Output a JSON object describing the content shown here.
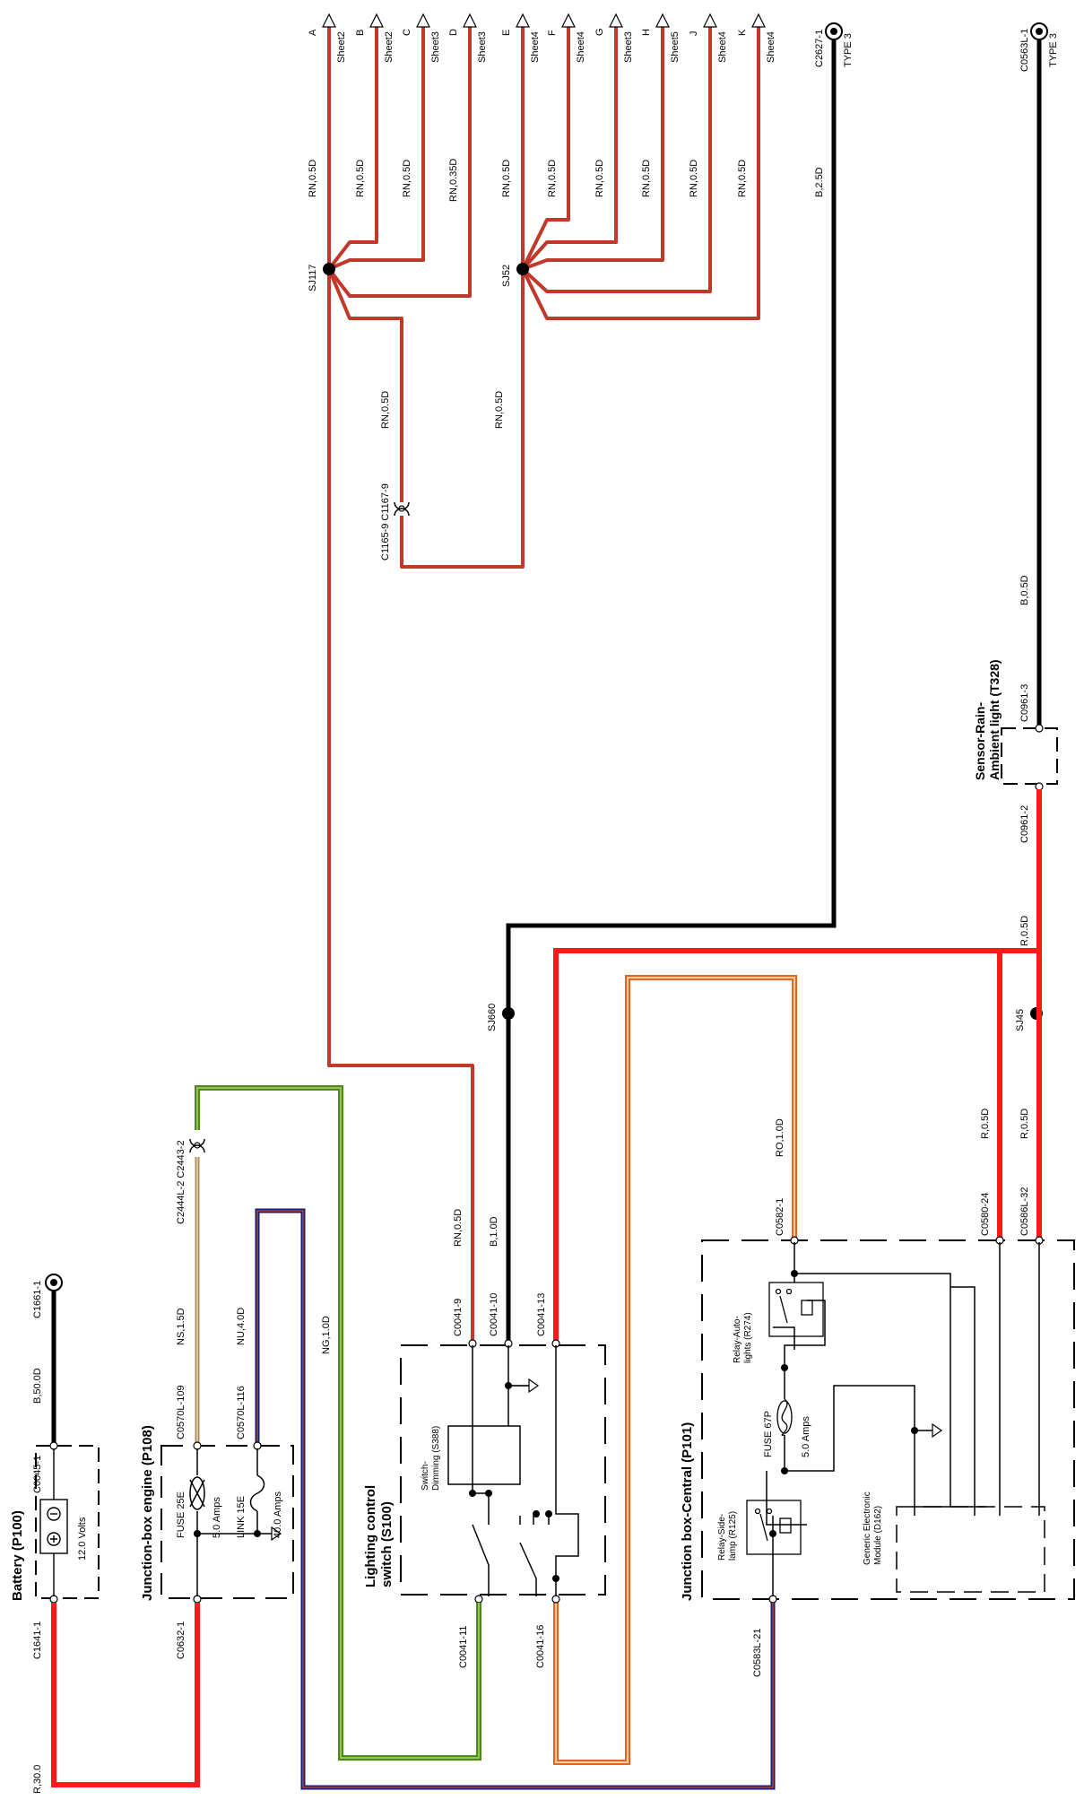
{
  "colors": {
    "rn": "#c0392b",
    "black": "#000000",
    "red": "#ff1a1a",
    "green": "#4e8a1a",
    "navy": "#1a1a7a",
    "orange": "#e8641e",
    "tan": "#b08a5a"
  },
  "top_connectors": [
    {
      "letter": "A",
      "sheet": "Sheet2"
    },
    {
      "letter": "B",
      "sheet": "Sheet2"
    },
    {
      "letter": "C",
      "sheet": "Sheet3"
    },
    {
      "letter": "D",
      "sheet": "Sheet3"
    },
    {
      "letter": "E",
      "sheet": "Sheet4"
    },
    {
      "letter": "F",
      "sheet": "Sheet4"
    },
    {
      "letter": "G",
      "sheet": "Sheet3"
    },
    {
      "letter": "H",
      "sheet": "Sheet5"
    },
    {
      "letter": "J",
      "sheet": "Sheet4"
    },
    {
      "letter": "K",
      "sheet": "Sheet4"
    }
  ],
  "wires_top": [
    "RN,0.5D",
    "RN,0.5D",
    "RN,0.5D",
    "RN,0.35D",
    "RN,0.5D",
    "RN,0.5D",
    "RN,0.5D",
    "RN,0.5D",
    "RN,0.5D",
    "RN,0.5D"
  ],
  "splices": {
    "sj117": "SJ117",
    "sj52": "SJ52",
    "sj660": "SJ660",
    "sj45": "SJ45"
  },
  "inline": {
    "c1165": "C1165-9 C1167-9",
    "c2444": "C2444L-2 C2443-2"
  },
  "ground": {
    "c2627": "C2627-1",
    "c0563": "C0563L-1",
    "type3a": "TYPE 3",
    "type3b": "TYPE 3",
    "c1661": "C1661-1"
  },
  "wires": {
    "rn_loop1": "RN,0.5D",
    "rn_loop2": "RN,0.5D",
    "b25": "B,2.5D",
    "b05": "B,0.5D",
    "r05a": "R,0.5D",
    "r05b": "R,0.5D",
    "r05c": "R,0.5D",
    "ro10": "RO,1.0D",
    "rn05s": "RN,0.5D",
    "b10": "B,1.0D",
    "b500": "B,50.0D",
    "ns15": "NS,1.5D",
    "nu40": "NU,4.0D",
    "ng10": "NG,1.0D",
    "r300": "R,30.0"
  },
  "sensor": {
    "title1": "Sensor-Rain-",
    "title2": "Ambient light (T328)",
    "c3": "C0961-3",
    "c2": "C0961-2"
  },
  "battery": {
    "title": "Battery (P100)",
    "c0045": "C0045-1",
    "c1641": "C1641-1",
    "volts": "12.0 Volts"
  },
  "jbe": {
    "title": "Junction-box engine (P108)",
    "c109": "C0570L-109",
    "c116": "C0570L-116",
    "c0632": "C0632-1",
    "fuse": "FUSE 25E",
    "fuse_amps": "5.0 Amps",
    "link": "LINK 15E",
    "link_amps": "40.0 Amps"
  },
  "lcs": {
    "title1": "Lighting control",
    "title2": "switch (S100)",
    "c9": "C0041-9",
    "c10": "C0041-10",
    "c13": "C0041-13",
    "c11": "C0041-11",
    "c16": "C0041-16",
    "dim1": "Switch-",
    "dim2": "Dimming (S388)"
  },
  "jbc": {
    "title": "Junction box-Central (P101)",
    "c0582": "C0582-1",
    "c0580": "C0580-24",
    "c0586": "C0586L-32",
    "c0583": "C0583L-21",
    "relay_auto1": "Relay-Auto-",
    "relay_auto2": "lights (R274)",
    "fuse": "FUSE 67P",
    "fuse_amps": "5.0 Amps",
    "relay_side1": "Relay-Side-",
    "relay_side2": "lamp (R125)",
    "gem1": "Generic Electronic",
    "gem2": "Module (D162)"
  }
}
